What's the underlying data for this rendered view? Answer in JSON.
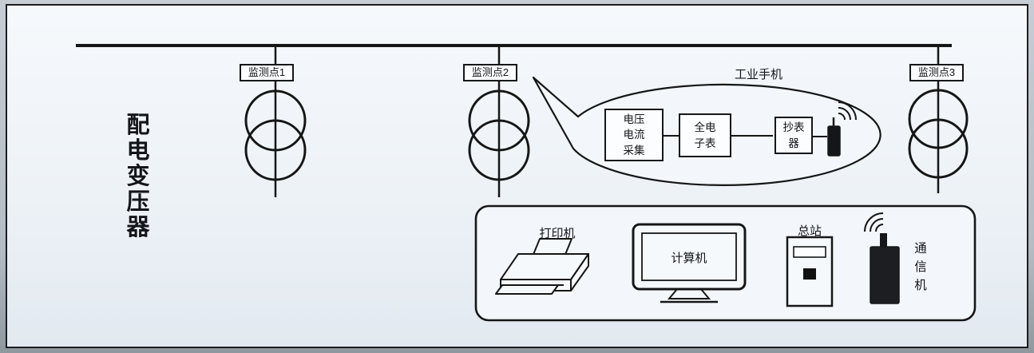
{
  "diagram": {
    "left_label": "配\n电\n变\n压\n器",
    "monitor_points": [
      {
        "label": "监测点1"
      },
      {
        "label": "监测点2"
      },
      {
        "label": "监测点3"
      }
    ],
    "callout": {
      "title": "工业手机",
      "boxes": [
        {
          "label": "电压\n电流\n采集"
        },
        {
          "label": "全电\n子表"
        },
        {
          "label": "抄表\n器"
        }
      ]
    },
    "station": {
      "printer": "打印机",
      "computer": "计算机",
      "master": "总站",
      "comm": "通\n信\n机"
    },
    "colors": {
      "line": "#161616",
      "background": "#f3f6fa",
      "device_fill": "#1d1e22"
    }
  }
}
